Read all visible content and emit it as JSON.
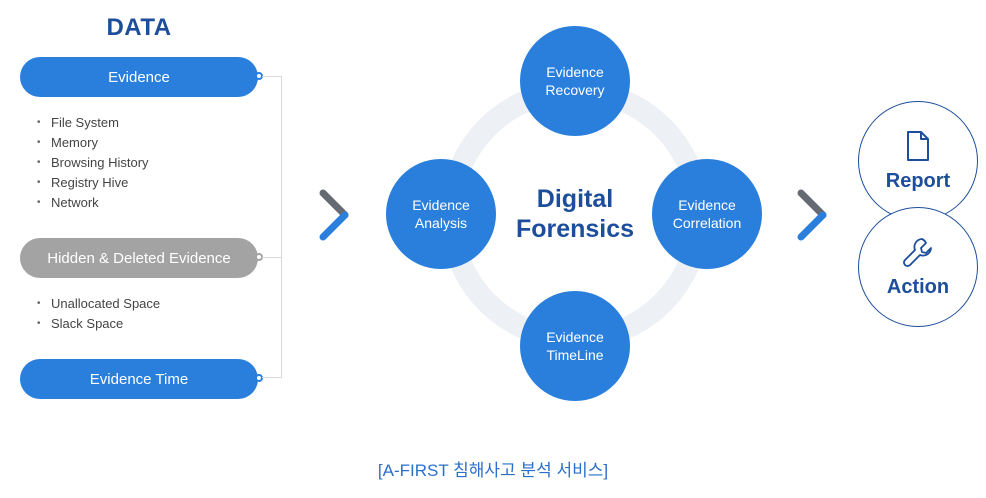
{
  "data_title": "DATA",
  "groups": [
    {
      "label": "Evidence",
      "style": "blue",
      "items": [
        "File System",
        "Memory",
        "Browsing History",
        "Registry Hive",
        "Network"
      ]
    },
    {
      "label": "Hidden & Deleted Evidence",
      "style": "gray",
      "items": [
        "Unallocated Space",
        "Slack Space"
      ]
    },
    {
      "label": "Evidence Time",
      "style": "blue",
      "items": []
    }
  ],
  "center": {
    "title_line1": "Digital",
    "title_line2": "Forensics",
    "nodes": {
      "top": {
        "line1": "Evidence",
        "line2": "Recovery"
      },
      "left": {
        "line1": "Evidence",
        "line2": "Analysis"
      },
      "right": {
        "line1": "Evidence",
        "line2": "Correlation"
      },
      "bottom": {
        "line1": "Evidence",
        "line2": "TimeLine"
      }
    }
  },
  "outputs": {
    "report": {
      "label": "Report",
      "icon": "document-icon"
    },
    "action": {
      "label": "Action",
      "icon": "wrench-icon"
    }
  },
  "colors": {
    "primary_blue": "#2a7fdc",
    "navy": "#1d4e9b",
    "gray": "#a3a3a3",
    "ring": "#edf0f4"
  },
  "caption": "[A-FIRST 침해사고 분석 서비스]"
}
